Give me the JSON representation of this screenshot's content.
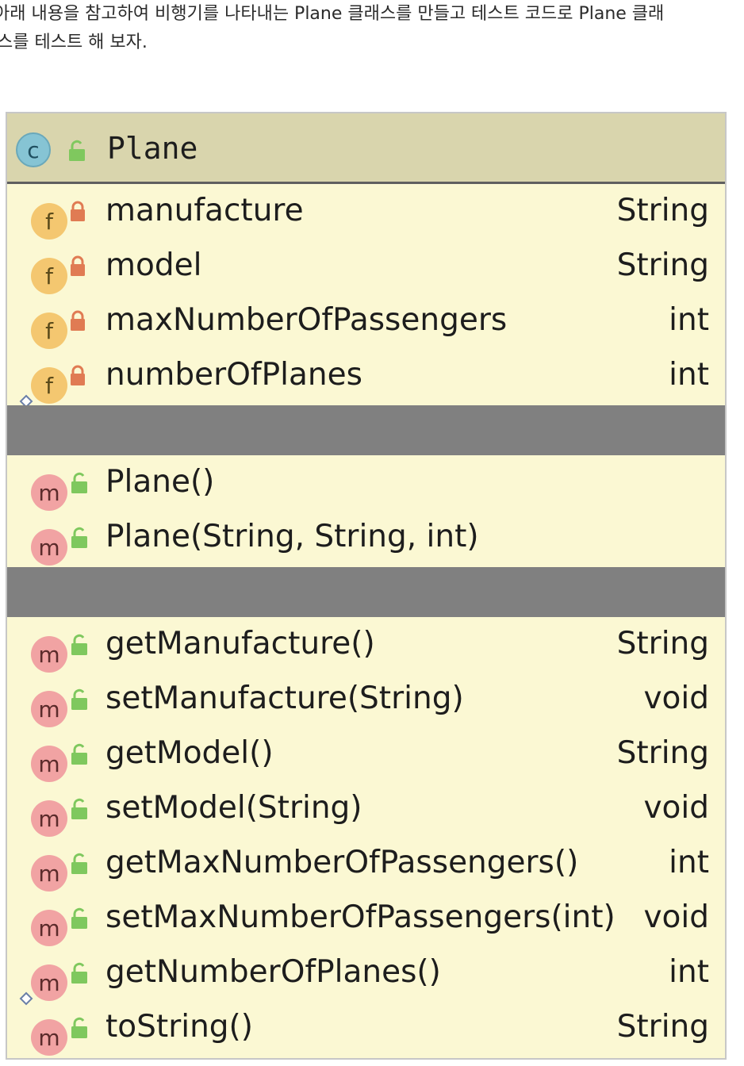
{
  "intro": {
    "line1": "아래 내용을 참고하여 비행기를 나타내는 Plane 클래스를 만들고  테스트 코드로 Plane 클래",
    "line2": "스를 테스트 해 보자."
  },
  "colors": {
    "header_bg": "#d9d5ad",
    "body_bg": "#fbf8d3",
    "divider": "#808080",
    "field_badge": "#f4c770",
    "method_badge": "#f1a3a3",
    "class_badge": "#86c4d4",
    "private_lock": "#e07b53",
    "public_lock": "#7fc85e"
  },
  "class": {
    "badge": "c",
    "name": "Plane",
    "visibility_icon": "public-lock-icon"
  },
  "fields": [
    {
      "badge": "f",
      "name": "manufacture",
      "type": "String",
      "visibility": "private",
      "static": false
    },
    {
      "badge": "f",
      "name": "model",
      "type": "String",
      "visibility": "private",
      "static": false
    },
    {
      "badge": "f",
      "name": "maxNumberOfPassengers",
      "type": "int",
      "visibility": "private",
      "static": false
    },
    {
      "badge": "f",
      "name": "numberOfPlanes",
      "type": "int",
      "visibility": "private",
      "static": true
    }
  ],
  "constructors": [
    {
      "badge": "m",
      "name": "Plane()",
      "type": "",
      "visibility": "public",
      "static": false
    },
    {
      "badge": "m",
      "name": "Plane(String, String, int)",
      "type": "",
      "visibility": "public",
      "static": false
    }
  ],
  "methods": [
    {
      "badge": "m",
      "name": "getManufacture()",
      "type": "String",
      "visibility": "public",
      "static": false
    },
    {
      "badge": "m",
      "name": "setManufacture(String)",
      "type": "void",
      "visibility": "public",
      "static": false
    },
    {
      "badge": "m",
      "name": "getModel()",
      "type": "String",
      "visibility": "public",
      "static": false
    },
    {
      "badge": "m",
      "name": "setModel(String)",
      "type": "void",
      "visibility": "public",
      "static": false
    },
    {
      "badge": "m",
      "name": "getMaxNumberOfPassengers()",
      "type": "int",
      "visibility": "public",
      "static": false
    },
    {
      "badge": "m",
      "name": "setMaxNumberOfPassengers(int)",
      "type": "void",
      "visibility": "public",
      "static": false
    },
    {
      "badge": "m",
      "name": "getNumberOfPlanes()",
      "type": "int",
      "visibility": "public",
      "static": true
    },
    {
      "badge": "m",
      "name": "toString()",
      "type": "String",
      "visibility": "public",
      "static": false
    }
  ]
}
